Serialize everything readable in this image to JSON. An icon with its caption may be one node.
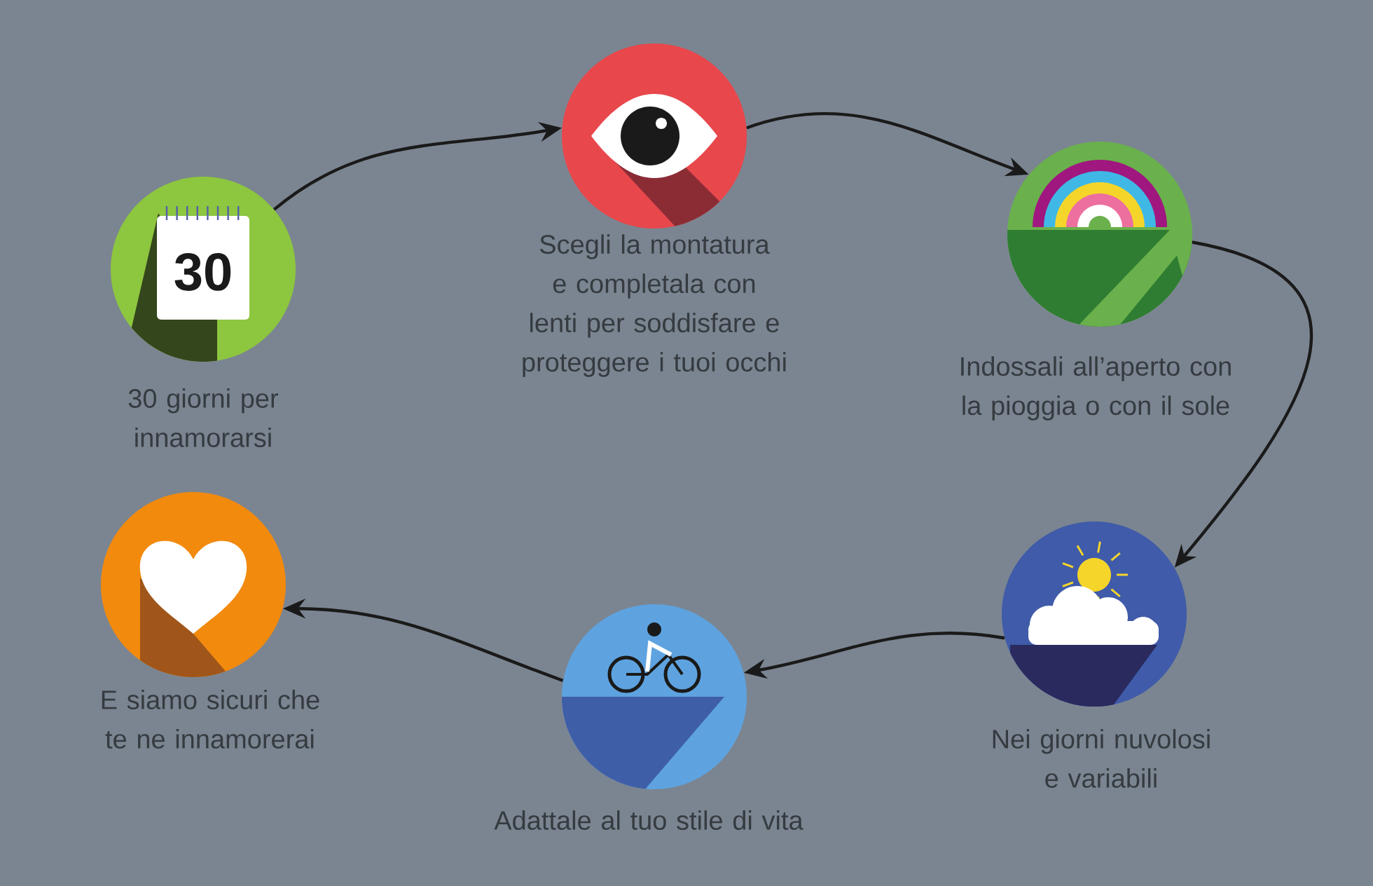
{
  "diagram": {
    "nodes": [
      {
        "text": [
          "30",
          "30 giorni per innamorarsi"
        ]
      },
      {
        "text": [
          "Scegli la montatura e completala con lenti per soddisfare e proteggere i tuoi occhi"
        ]
      },
      {
        "text": [
          "Indossali all’aperto con la pioggia o con il sole"
        ]
      },
      {
        "text": [
          "Nei giorni nuvolosi e variabili"
        ]
      },
      {
        "text": [
          "Adattale al tuo stile di vita"
        ]
      },
      {
        "text": [
          "E siamo sicuri che te ne innamorerai"
        ]
      }
    ],
    "edges": [
      {
        "from": 0,
        "to": 1,
        "arrow": "to"
      },
      {
        "from": 1,
        "to": 2,
        "arrow": "to"
      },
      {
        "from": 2,
        "to": 3,
        "arrow": "to"
      },
      {
        "from": 3,
        "to": 4,
        "arrow": "to"
      },
      {
        "from": 4,
        "to": 5,
        "arrow": "to"
      }
    ]
  }
}
